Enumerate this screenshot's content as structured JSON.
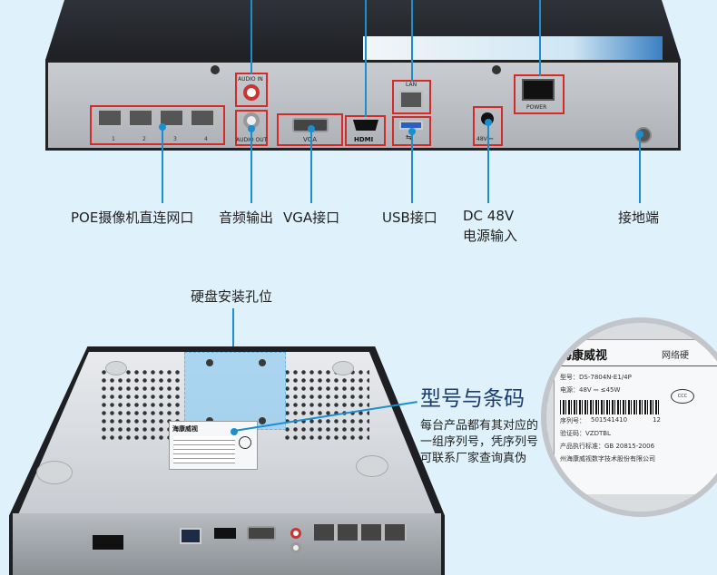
{
  "top_panel": {
    "labels": {
      "audio_in": "AUDIO IN",
      "audio_out": "AUDIO OUT",
      "vga": "VGA",
      "hdmi": "HDMI",
      "lan": "LAN",
      "usb": "USB",
      "power": "POWER",
      "dc": "48V ⎓",
      "ports": [
        "1",
        "2",
        "3",
        "4"
      ]
    },
    "callouts": {
      "poe": "POE摄像机直连网口",
      "audio": "音频输出",
      "vga": "VGA接口",
      "usb": "USB接口",
      "dc_line1": "DC 48V",
      "dc_line2": "电源输入",
      "ground": "接地端"
    }
  },
  "bottom_panel": {
    "hdd_label": "硬盘安装孔位",
    "model_title": "型号与条码",
    "model_desc": [
      "每台产品都有其对应的",
      "一组序列号，凭序列号",
      "可联系厂家查询真伪"
    ]
  },
  "sticker": {
    "brand": "海康威视",
    "type": "网络硬",
    "model": "型号：DS-7804N-E1/4P",
    "power": "电源：48V ⎓ ≤45W",
    "serial_label": "序列号：",
    "serial": "501541410",
    "serial_suffix": "12",
    "verify": "验证码：VZDTBL",
    "standard": "产品执行标准：GB 20815-2006",
    "maker": "州海康威视数字技术股份有限公司",
    "cert": "CCC"
  },
  "colors": {
    "accent": "#1a8fd0",
    "highlight": "#d42a2a",
    "background": "#dff1fb"
  }
}
